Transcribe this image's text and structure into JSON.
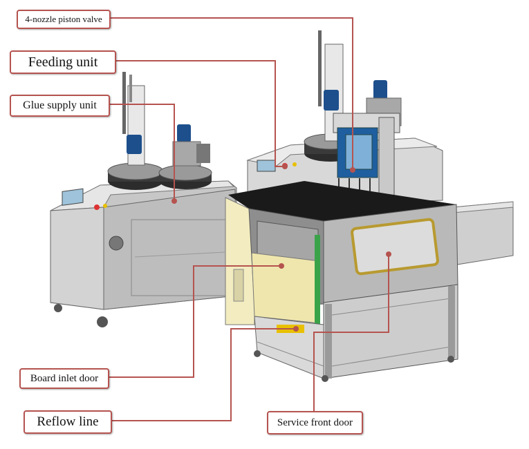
{
  "diagram": {
    "labels": {
      "piston_valve": "4-nozzle piston valve",
      "feeding_unit": "Feeding unit",
      "glue_supply_unit": "Glue supply unit",
      "board_inlet_door": "Board inlet door",
      "reflow_line": "Reflow line",
      "service_front_door": "Service front door"
    },
    "colors": {
      "leader_line": "#b5534f",
      "machine_frame": "#b9b9b9",
      "inlet_panel": "#f2ecc0",
      "guard_top": "#1a1a1a",
      "motor_blue": "#1d4f8c"
    }
  }
}
